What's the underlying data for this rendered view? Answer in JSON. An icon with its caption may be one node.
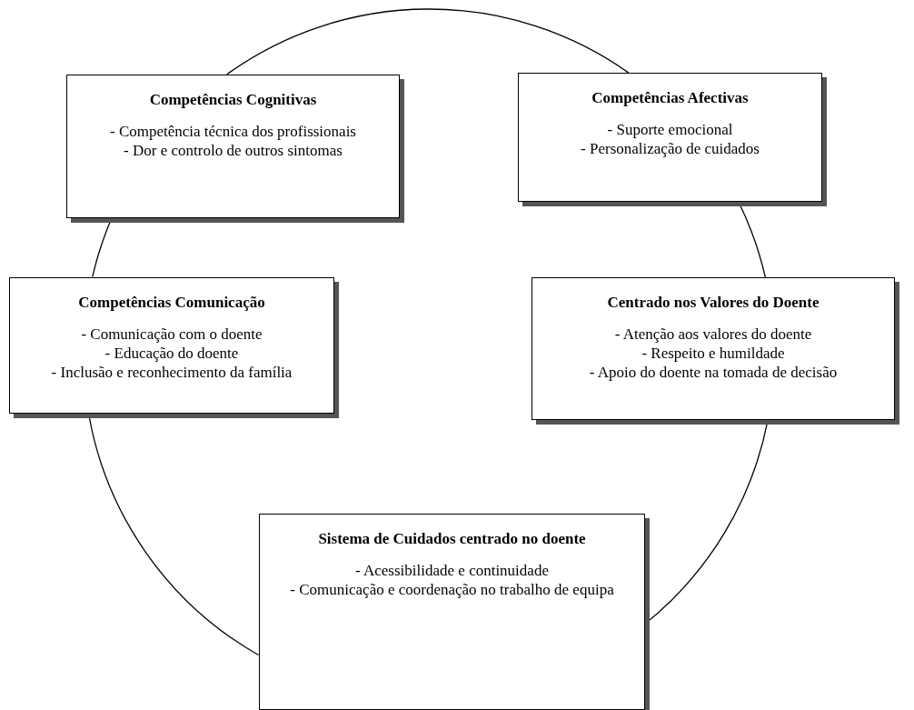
{
  "diagram": {
    "nodes": [
      {
        "text": [
          "Competências Cognitivas",
          "- Competência técnica dos profissionais",
          "- Dor e controlo de outros sintomas"
        ]
      },
      {
        "text": [
          "Competências Afectivas",
          "- Suporte emocional",
          "- Personalização de cuidados"
        ]
      },
      {
        "text": [
          "Competências Comunicação",
          "- Comunicação com o doente",
          "- Educação do doente",
          "- Inclusão e reconhecimento da família"
        ]
      },
      {
        "text": [
          "Centrado nos Valores do Doente",
          "- Atenção aos valores do doente",
          "- Respeito e humildade",
          "- Apoio do doente na tomada de decisão"
        ]
      },
      {
        "text": [
          "Sistema de Cuidados centrado no doente",
          "- Acessibilidade e continuidade",
          "- Comunicação e coordenação no trabalho de equipa"
        ]
      }
    ],
    "edges": [
      {
        "from": 0,
        "to": 1,
        "arrow": "none"
      },
      {
        "from": 1,
        "to": 3,
        "arrow": "none"
      },
      {
        "from": 3,
        "to": 4,
        "arrow": "none"
      },
      {
        "from": 4,
        "to": 2,
        "arrow": "none"
      },
      {
        "from": 2,
        "to": 0,
        "arrow": "none"
      }
    ]
  }
}
